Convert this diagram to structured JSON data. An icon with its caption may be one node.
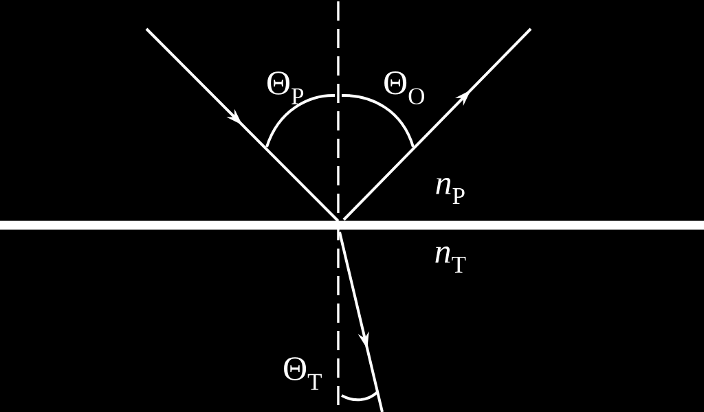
{
  "diagram": {
    "labels": [
      "Θ$_{P}$",
      "Θ$_{O}$",
      "*n*$_{P}$",
      "*n*$_{T}$",
      "Θ$_{T}$"
    ]
  }
}
